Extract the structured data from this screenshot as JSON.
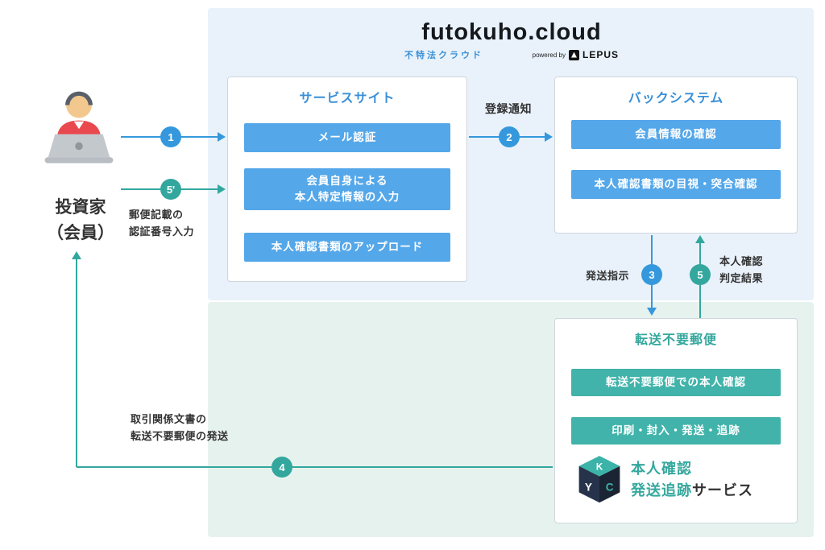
{
  "logo": {
    "brand": "futokuho",
    "brand_suffix": ".cloud",
    "subtitle": "不特法クラウド",
    "powered_by": "powered by",
    "partner": "LEPUS"
  },
  "actor": {
    "label": "投資家\n（会員）"
  },
  "service_site": {
    "title": "サービスサイト",
    "items": [
      "メール認証",
      "会員自身による\n本人特定情報の入力",
      "本人確認書類のアップロード"
    ]
  },
  "back_system": {
    "title": "バックシステム",
    "items": [
      "会員情報の確認",
      "本人確認書類の目視・突合確認"
    ]
  },
  "mail_service": {
    "title": "転送不要郵便",
    "items": [
      "転送不要郵便での本人確認",
      "印刷・封入・発送・追跡"
    ],
    "kyc": {
      "cube_letters": [
        "K",
        "Y",
        "C"
      ],
      "line1": "本人確認",
      "line2_accent": "発送追跡",
      "line2_rest": "サービス"
    }
  },
  "flow": {
    "step1": {
      "num": "1"
    },
    "step2": {
      "num": "2",
      "label": "登録通知"
    },
    "step3": {
      "num": "3",
      "label": "発送指示"
    },
    "step4": {
      "num": "4",
      "label": "取引関係文書の\n転送不要郵便の発送"
    },
    "step5": {
      "num": "5",
      "label": "本人確認\n判定結果"
    },
    "step5p": {
      "num": "5'",
      "label": "郵便記載の\n認証番号入力"
    }
  },
  "colors": {
    "blue": "#3598dc",
    "teal": "#33a79e",
    "button_blue": "#54a7e9",
    "button_teal": "#41b3aa",
    "panel_blue": "#e9f2fb",
    "panel_green": "#e6f2ee"
  }
}
